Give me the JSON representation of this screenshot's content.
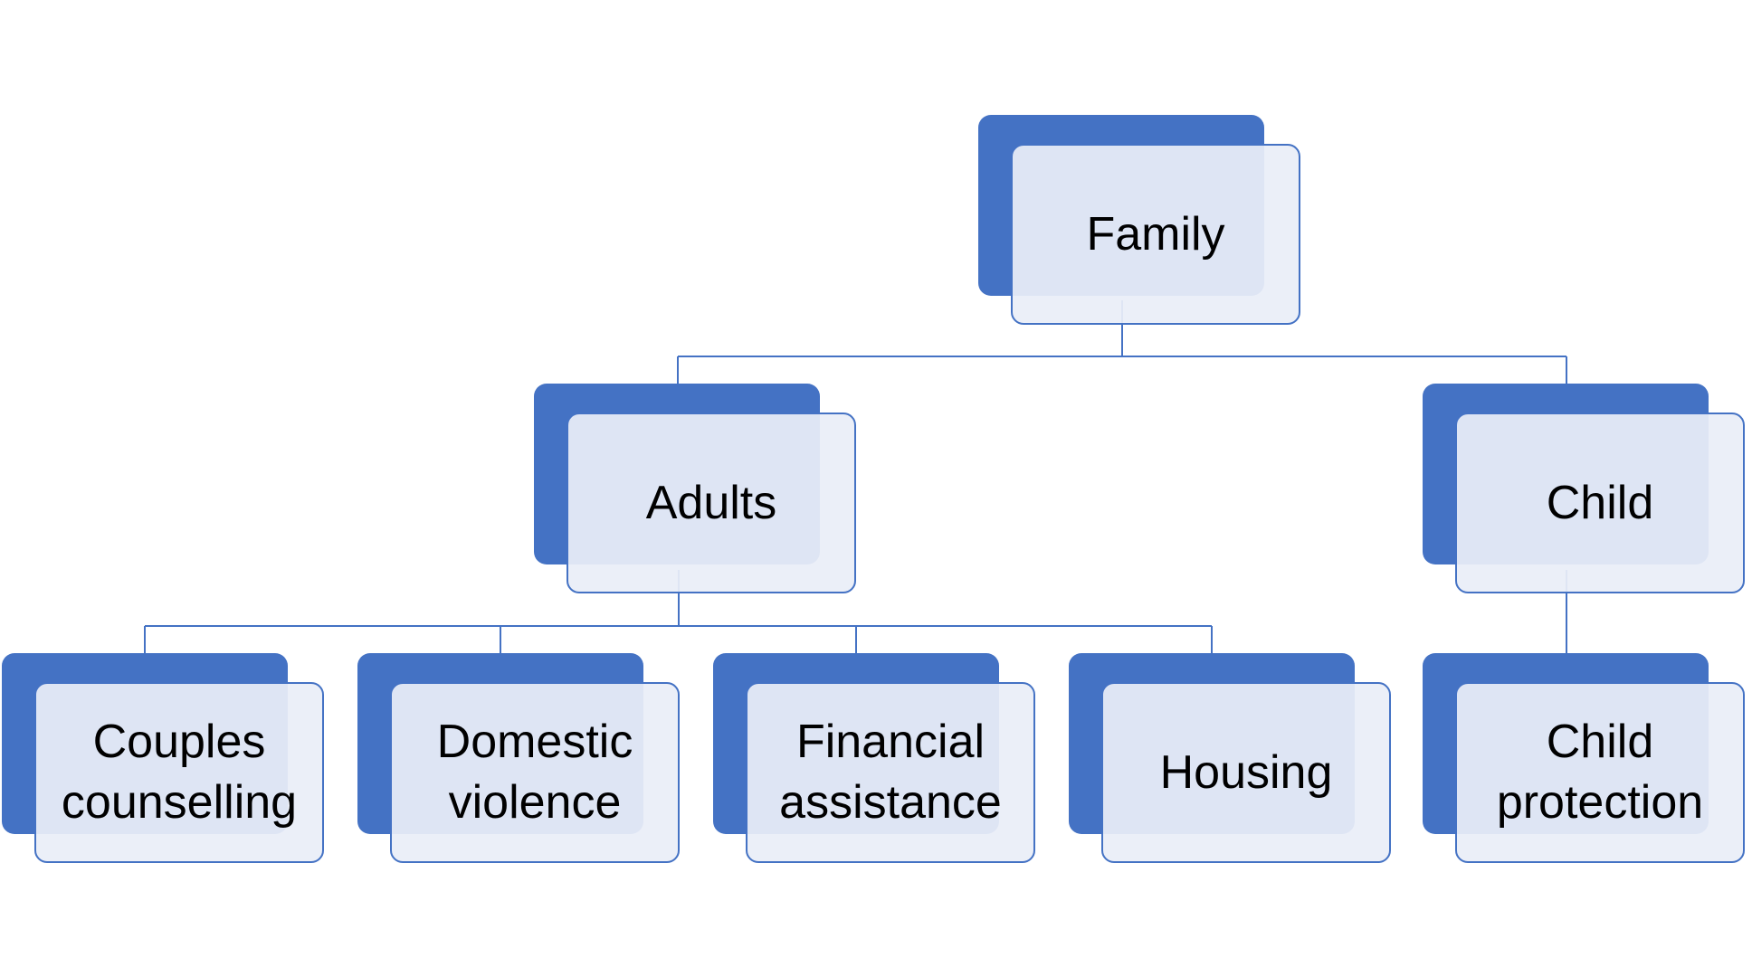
{
  "colors": {
    "back_card": "#4472c4",
    "front_card": "#e9eef8",
    "border": "#4472c4",
    "connector": "#4472c4",
    "text": "#000000"
  },
  "tree": {
    "root": {
      "label": "Family"
    },
    "level1": [
      {
        "label": "Adults"
      },
      {
        "label": "Child"
      }
    ],
    "level2": [
      {
        "label": "Couples counselling",
        "parent": "Adults"
      },
      {
        "label": "Domestic violence",
        "parent": "Adults"
      },
      {
        "label": "Financial assistance",
        "parent": "Adults"
      },
      {
        "label": "Housing",
        "parent": "Adults"
      },
      {
        "label": "Child protection",
        "parent": "Child"
      }
    ]
  }
}
